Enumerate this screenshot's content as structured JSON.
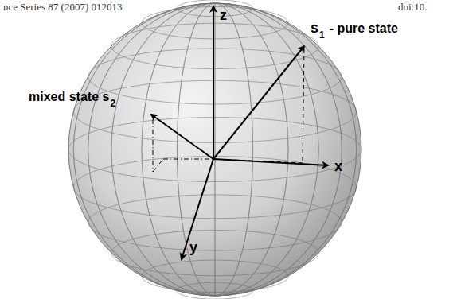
{
  "diagram": {
    "labels": [
      "nce Series 87 (2007) 012013",
      "doi:10.",
      "z",
      "s",
      "1",
      "- pure state",
      "mixed state s",
      "2",
      "x",
      "y"
    ]
  }
}
